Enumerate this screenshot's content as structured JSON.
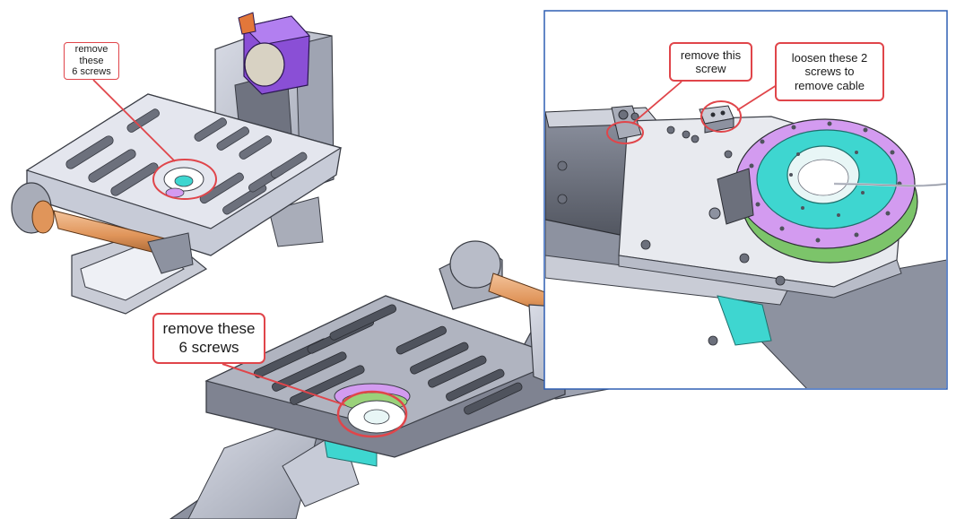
{
  "callouts": {
    "top_left": "remove these\n6 screws",
    "bottom": "remove these\n6 screws",
    "remove_screw": "remove this\nscrew",
    "loosen_cable": "loosen these 2\nscrews to\nremove cable"
  },
  "colors": {
    "callout_border": "#e0454a",
    "inset_border": "#2f5fb3",
    "motor_purple": "#8a4fd6",
    "gear_cyan": "#3ed6d0",
    "ring_lilac": "#d39bf0",
    "handle_orange": "#e0955a",
    "metal_gray": "#b8bcc8",
    "metal_dark": "#6c707c"
  }
}
